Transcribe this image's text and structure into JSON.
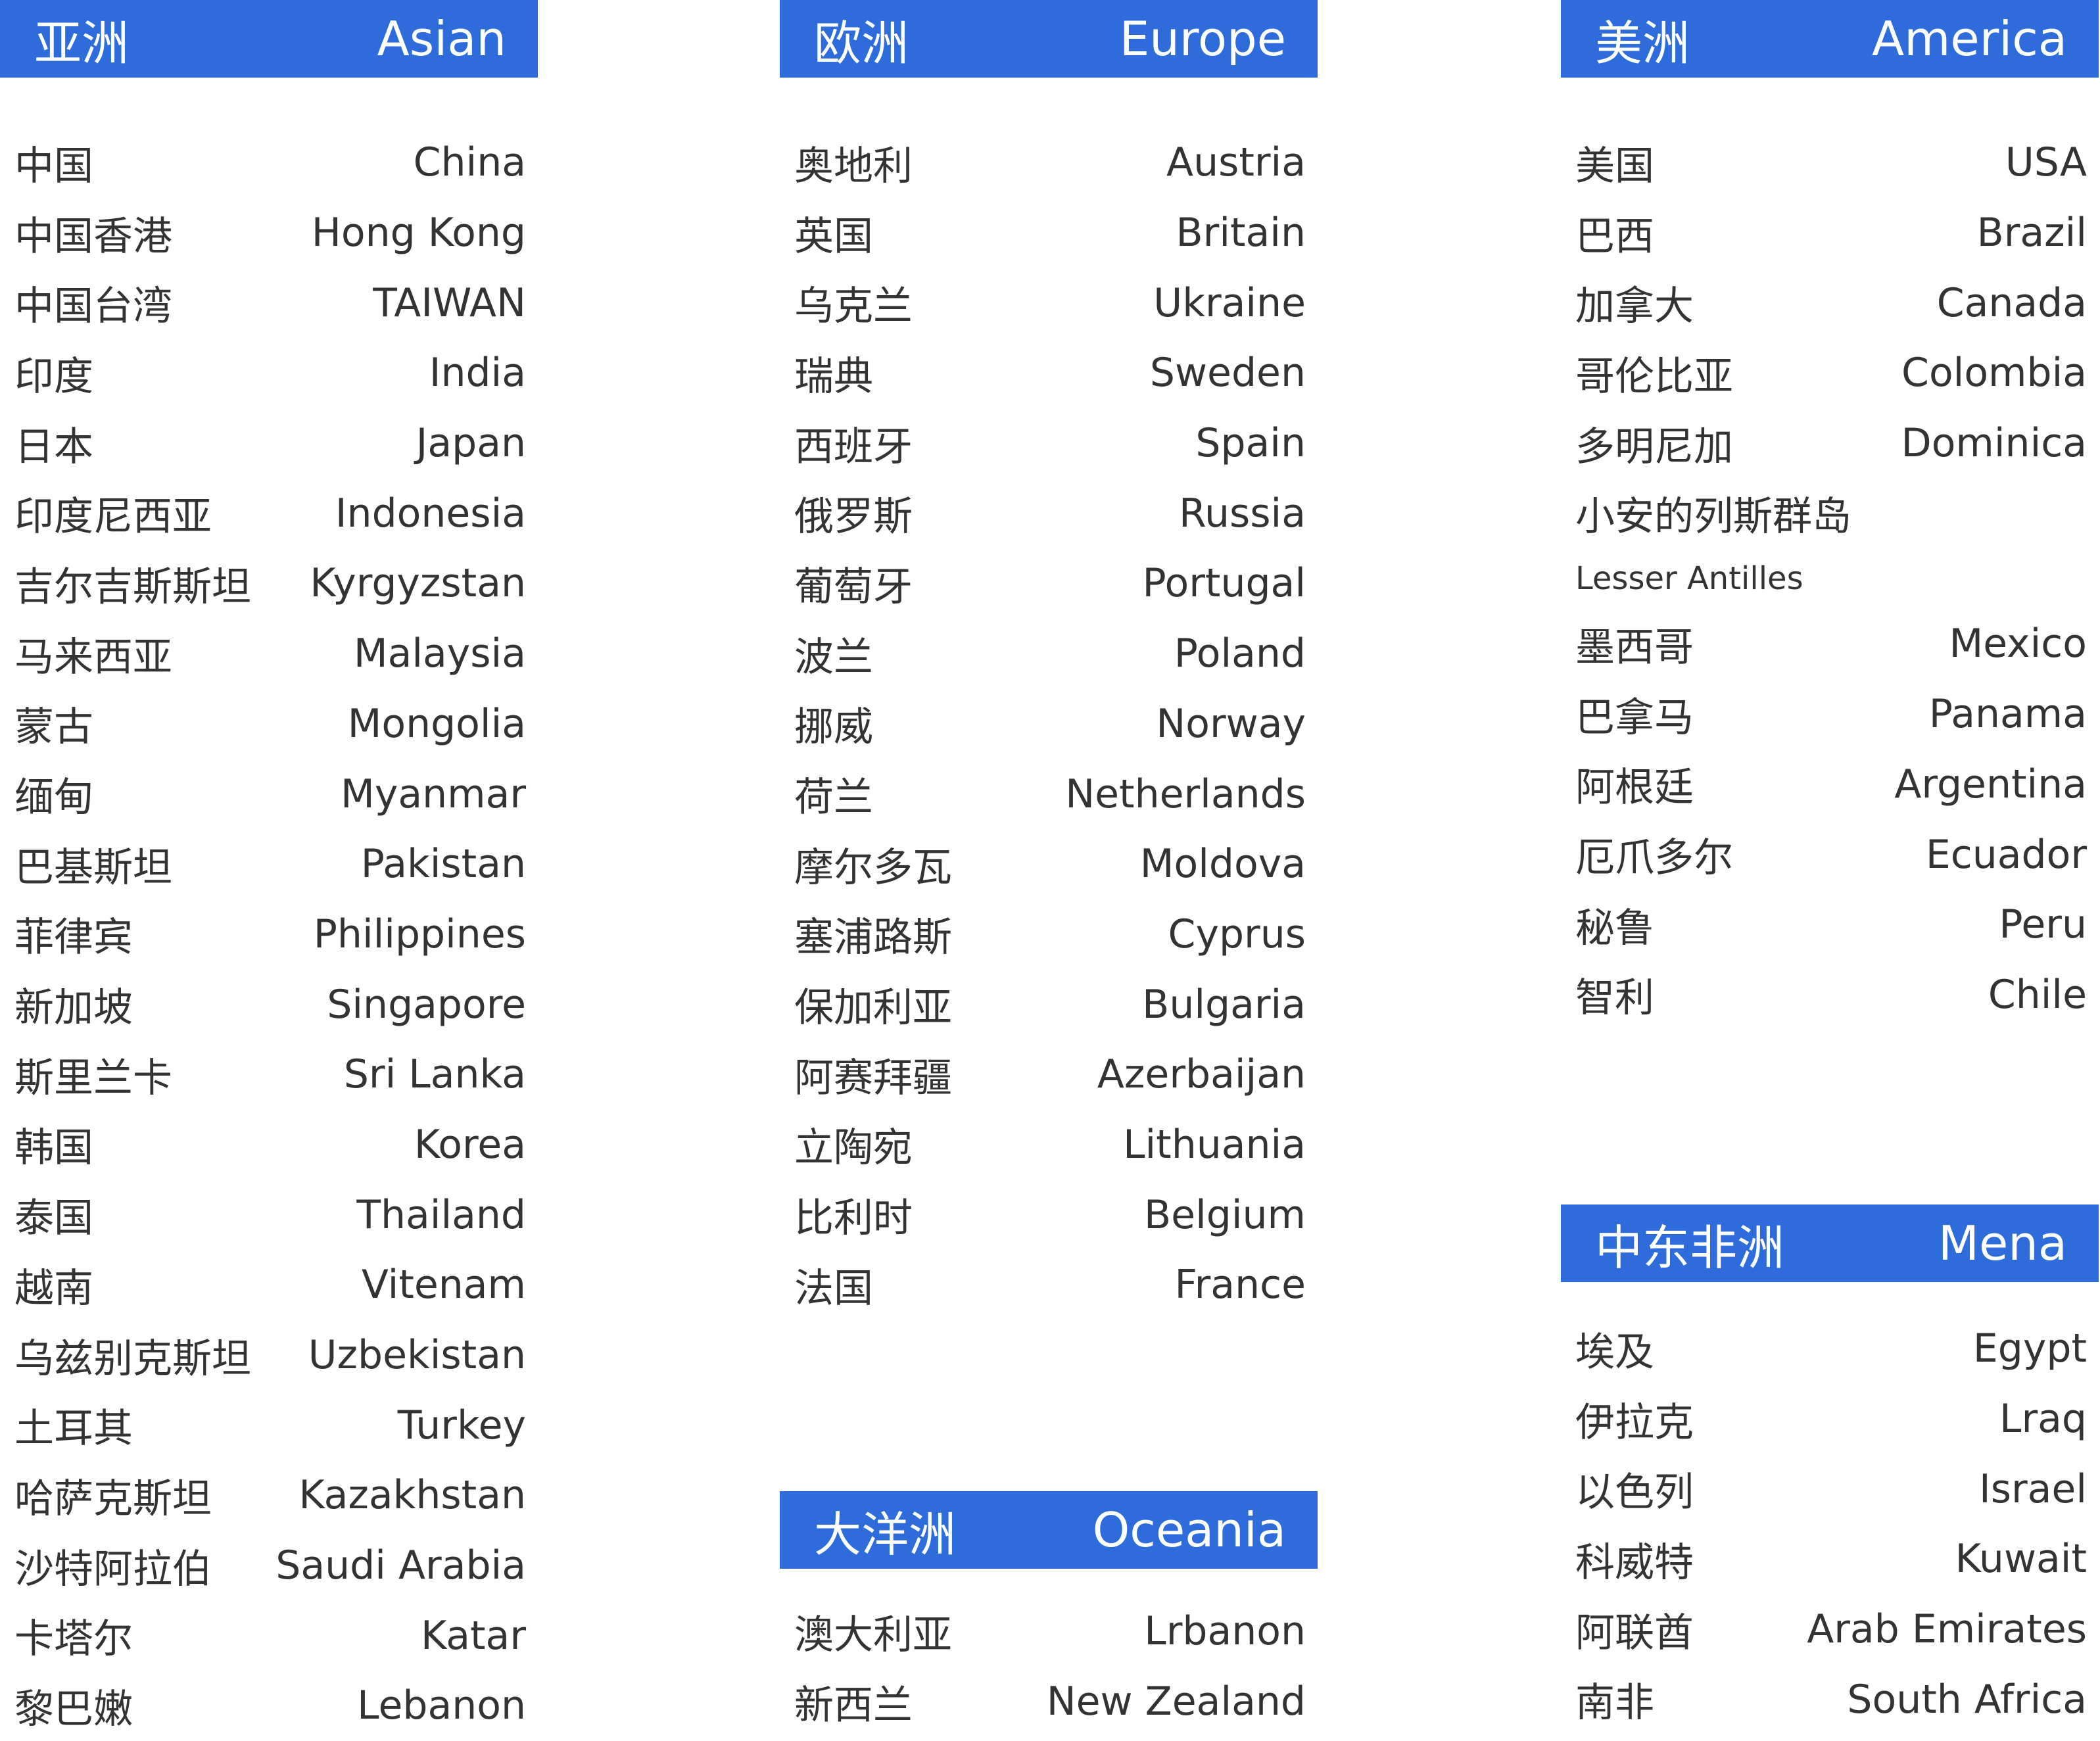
{
  "asia": {
    "title_cn": "亚洲",
    "title_en": "Asian",
    "items": [
      {
        "cn": "中国",
        "en": "China"
      },
      {
        "cn": "中国香港",
        "en": "Hong Kong"
      },
      {
        "cn": "中国台湾",
        "en": "TAIWAN"
      },
      {
        "cn": "印度",
        "en": "India"
      },
      {
        "cn": "日本",
        "en": "Japan"
      },
      {
        "cn": "印度尼西亚",
        "en": "Indonesia"
      },
      {
        "cn": "吉尔吉斯斯坦",
        "en": "Kyrgyzstan"
      },
      {
        "cn": "马来西亚",
        "en": "Malaysia"
      },
      {
        "cn": "蒙古",
        "en": "Mongolia"
      },
      {
        "cn": "缅甸",
        "en": "Myanmar"
      },
      {
        "cn": "巴基斯坦",
        "en": "Pakistan"
      },
      {
        "cn": "菲律宾",
        "en": "Philippines"
      },
      {
        "cn": "新加坡",
        "en": "Singapore"
      },
      {
        "cn": "斯里兰卡",
        "en": "Sri Lanka"
      },
      {
        "cn": "韩国",
        "en": "Korea"
      },
      {
        "cn": "泰国",
        "en": "Thailand"
      },
      {
        "cn": "越南",
        "en": "Vitenam"
      },
      {
        "cn": "乌兹别克斯坦",
        "en": "Uzbekistan"
      },
      {
        "cn": "土耳其",
        "en": "Turkey"
      },
      {
        "cn": "哈萨克斯坦",
        "en": "Kazakhstan"
      },
      {
        "cn": "沙特阿拉伯",
        "en": "Saudi Arabia"
      },
      {
        "cn": "卡塔尔",
        "en": "Katar"
      },
      {
        "cn": "黎巴嫩",
        "en": "Lebanon"
      }
    ]
  },
  "europe": {
    "title_cn": "欧洲",
    "title_en": "Europe",
    "items": [
      {
        "cn": "奥地利",
        "en": "Austria"
      },
      {
        "cn": "英国",
        "en": "Britain"
      },
      {
        "cn": "乌克兰",
        "en": "Ukraine"
      },
      {
        "cn": "瑞典",
        "en": "Sweden"
      },
      {
        "cn": "西班牙",
        "en": "Spain"
      },
      {
        "cn": "俄罗斯",
        "en": "Russia"
      },
      {
        "cn": "葡萄牙",
        "en": "Portugal"
      },
      {
        "cn": "波兰",
        "en": "Poland"
      },
      {
        "cn": "挪威",
        "en": "Norway"
      },
      {
        "cn": "荷兰",
        "en": "Netherlands"
      },
      {
        "cn": "摩尔多瓦",
        "en": "Moldova"
      },
      {
        "cn": "塞浦路斯",
        "en": "Cyprus"
      },
      {
        "cn": "保加利亚",
        "en": "Bulgaria"
      },
      {
        "cn": "阿赛拜疆",
        "en": "Azerbaijan"
      },
      {
        "cn": "立陶宛",
        "en": "Lithuania"
      },
      {
        "cn": "比利时",
        "en": "Belgium"
      },
      {
        "cn": "法国",
        "en": "France"
      }
    ]
  },
  "america": {
    "title_cn": "美洲",
    "title_en": "America",
    "items": [
      {
        "cn": "美国",
        "en": "USA"
      },
      {
        "cn": "巴西",
        "en": "Brazil"
      },
      {
        "cn": "加拿大",
        "en": "Canada"
      },
      {
        "cn": "哥伦比亚",
        "en": "Colombia"
      },
      {
        "cn": "多明尼加",
        "en": "Dominica"
      },
      {
        "cn": "小安的列斯群岛",
        "en": ""
      }
    ],
    "sub_item": "Lesser Antilles",
    "items2": [
      {
        "cn": "墨西哥",
        "en": "Mexico"
      },
      {
        "cn": "巴拿马",
        "en": "Panama"
      },
      {
        "cn": "阿根廷",
        "en": "Argentina"
      },
      {
        "cn": "厄爪多尔",
        "en": "Ecuador"
      },
      {
        "cn": "秘鲁",
        "en": "Peru"
      },
      {
        "cn": "智利",
        "en": "Chile"
      }
    ]
  },
  "oceania": {
    "title_cn": "大洋洲",
    "title_en": "Oceania",
    "items": [
      {
        "cn": "澳大利亚",
        "en": "Lrbanon"
      },
      {
        "cn": "新西兰",
        "en": "New Zealand"
      }
    ]
  },
  "mena": {
    "title_cn": "中东非洲",
    "title_en": "Mena",
    "items": [
      {
        "cn": "埃及",
        "en": "Egypt"
      },
      {
        "cn": "伊拉克",
        "en": "Lraq"
      },
      {
        "cn": "以色列",
        "en": "Israel"
      },
      {
        "cn": "科威特",
        "en": "Kuwait"
      },
      {
        "cn": "阿联酋",
        "en": "Arab Emirates"
      },
      {
        "cn": "南非",
        "en": "South Africa"
      }
    ]
  }
}
